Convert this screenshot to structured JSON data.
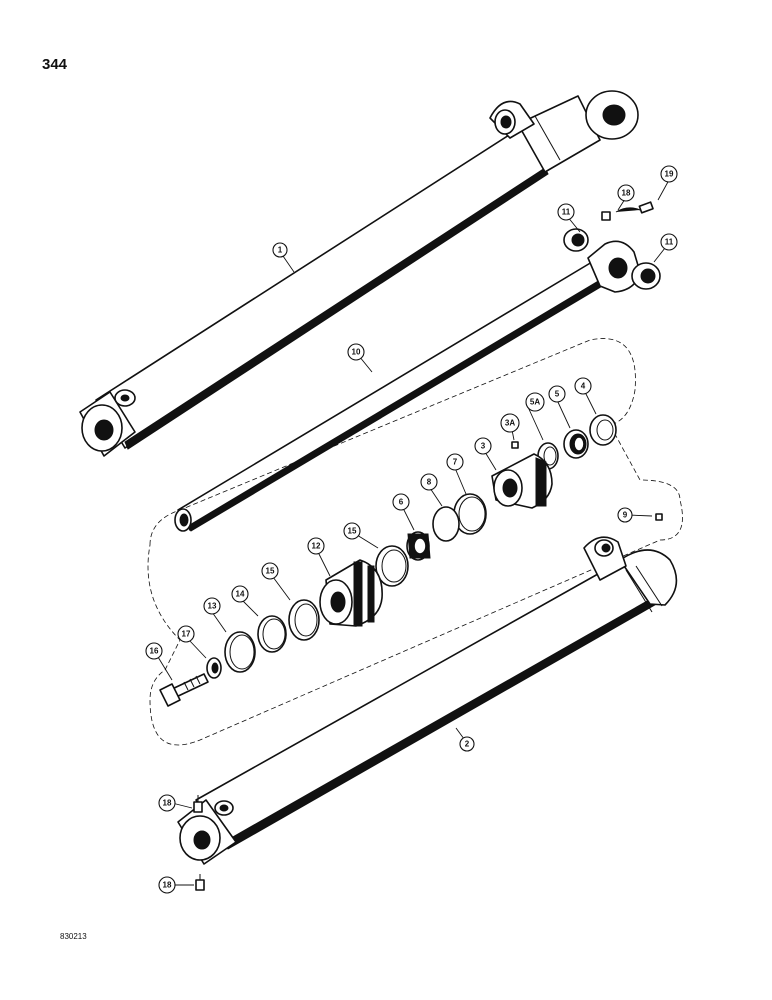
{
  "page_number": "344",
  "doc_code": "830213",
  "callouts": {
    "c1": "1",
    "c2": "2",
    "c3": "3",
    "c3a": "3A",
    "c4": "4",
    "c5": "5",
    "c5a": "5A",
    "c6": "6",
    "c7": "7",
    "c8": "8",
    "c9": "9",
    "c10": "10",
    "c11a": "11",
    "c11b": "11",
    "c12": "12",
    "c13": "13",
    "c14": "14",
    "c15a": "15",
    "c15b": "15",
    "c16": "16",
    "c17": "17",
    "c18a": "18",
    "c18b": "18",
    "c18c": "18",
    "c19": "19"
  }
}
